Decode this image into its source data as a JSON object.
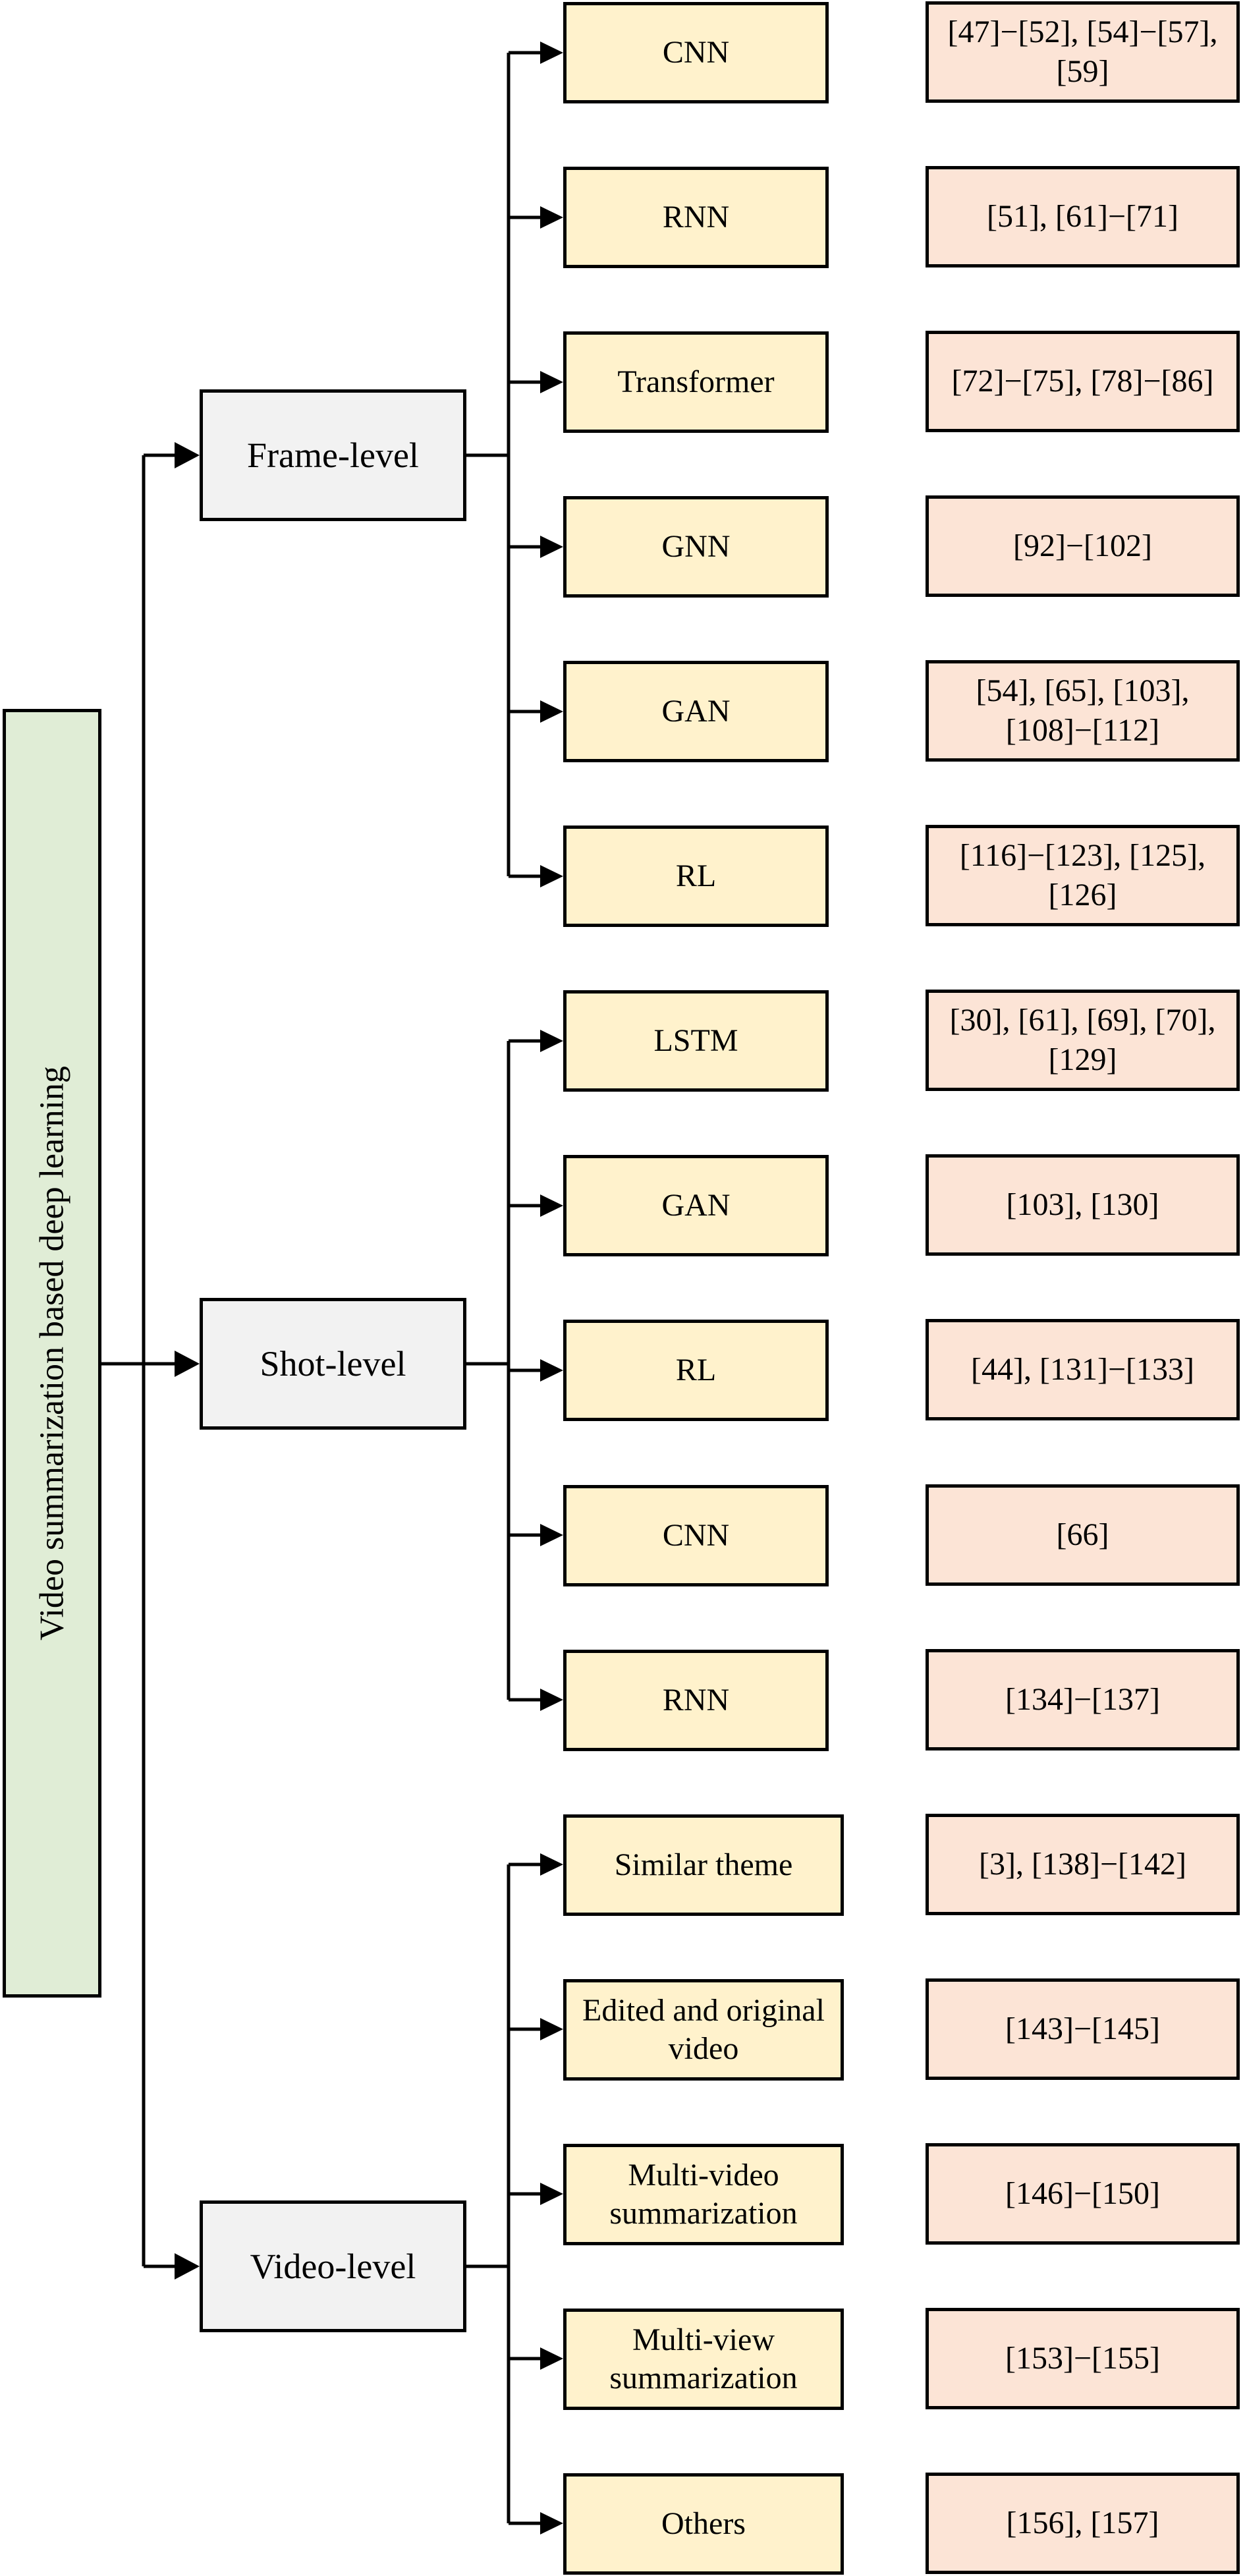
{
  "diagram": {
    "title_note": "taxonomy tree figure",
    "root": {
      "label": "Video summarization based deep learning"
    },
    "levels": [
      {
        "label": "Frame-level",
        "children": [
          {
            "label": "CNN",
            "refs": "[47]−[52], [54]−[57], [59]"
          },
          {
            "label": "RNN",
            "refs": "[51], [61]−[71]"
          },
          {
            "label": "Transformer",
            "refs": "[72]−[75], [78]−[86]"
          },
          {
            "label": "GNN",
            "refs": "[92]−[102]"
          },
          {
            "label": "GAN",
            "refs": "[54], [65], [103], [108]−[112]"
          },
          {
            "label": "RL",
            "refs": "[116]−[123], [125], [126]"
          }
        ]
      },
      {
        "label": "Shot-level",
        "children": [
          {
            "label": "LSTM",
            "refs": "[30], [61], [69], [70], [129]"
          },
          {
            "label": "GAN",
            "refs": "[103], [130]"
          },
          {
            "label": "RL",
            "refs": "[44], [131]−[133]"
          },
          {
            "label": "CNN",
            "refs": "[66]"
          },
          {
            "label": "RNN",
            "refs": "[134]−[137]"
          }
        ]
      },
      {
        "label": "Video-level",
        "children": [
          {
            "label": "Similar theme",
            "refs": "[3], [138]−[142]"
          },
          {
            "label": "Edited and original video",
            "refs": "[143]−[145]"
          },
          {
            "label": "Multi-video summarization",
            "refs": "[146]−[150]"
          },
          {
            "label": "Multi-view summarization",
            "refs": "[153]−[155]"
          },
          {
            "label": "Others",
            "refs": "[156], [157]"
          }
        ]
      }
    ],
    "colors": {
      "root_fill": "#e0edd6",
      "level_fill": "#f2f2f2",
      "method_fill": "#fff2cc",
      "refs_fill": "#fce4d6",
      "line": "#000000"
    }
  }
}
